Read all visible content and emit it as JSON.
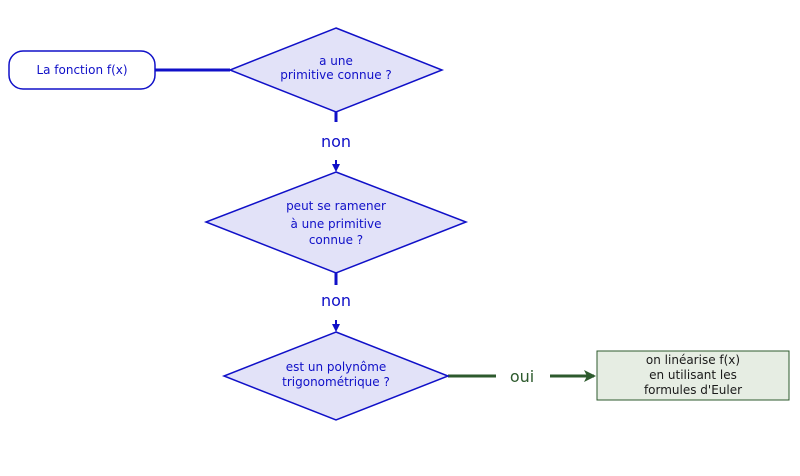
{
  "colors": {
    "node_stroke": "#1010c8",
    "node_fill": "#e2e2f8",
    "yes_branch": "#2d5a2d",
    "result_fill": "#e6ede3"
  },
  "start": {
    "text": "La fonction f(x)"
  },
  "decisions": [
    {
      "lines": [
        "a une",
        "primitive connue ?"
      ]
    },
    {
      "lines": [
        "peut se ramener",
        "à une primitive",
        "connue ?"
      ]
    },
    {
      "lines": [
        "est un polynôme",
        "trigonométrique ?"
      ]
    }
  ],
  "edges": {
    "no_1": "non",
    "no_2": "non",
    "yes_3": "oui"
  },
  "result": {
    "lines": [
      "on linéarise f(x)",
      "en utilisant les",
      "formules d'Euler"
    ]
  }
}
